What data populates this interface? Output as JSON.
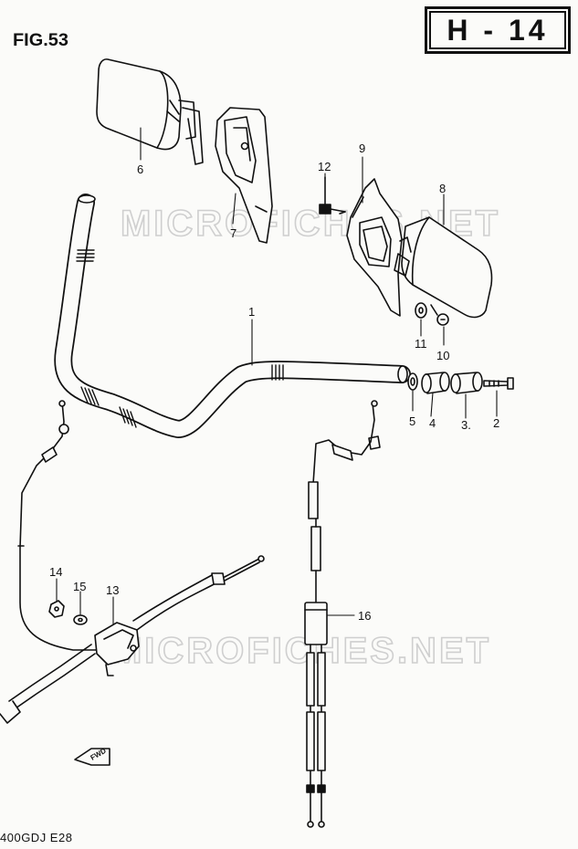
{
  "figure_label": "FIG.53",
  "page_code": "H - 14",
  "watermark": "MICROFICHES.NET",
  "footer_code": "400GDJ E28",
  "fwd_marker": "FWD",
  "callouts": [
    {
      "id": "callout-1",
      "number": "1"
    },
    {
      "id": "callout-2",
      "number": "2"
    },
    {
      "id": "callout-3",
      "number": "3."
    },
    {
      "id": "callout-4",
      "number": "4"
    },
    {
      "id": "callout-5",
      "number": "5"
    },
    {
      "id": "callout-6",
      "number": "6"
    },
    {
      "id": "callout-7",
      "number": "7"
    },
    {
      "id": "callout-8",
      "number": "8"
    },
    {
      "id": "callout-9",
      "number": "9"
    },
    {
      "id": "callout-10",
      "number": "10"
    },
    {
      "id": "callout-11",
      "number": "11"
    },
    {
      "id": "callout-12",
      "number": "12"
    },
    {
      "id": "callout-13",
      "number": "13"
    },
    {
      "id": "callout-14",
      "number": "14"
    },
    {
      "id": "callout-15",
      "number": "15"
    },
    {
      "id": "callout-16",
      "number": "16"
    }
  ],
  "colors": {
    "ink": "#111111",
    "paper": "#fbfbf9",
    "watermark": "#d6d6d6"
  }
}
